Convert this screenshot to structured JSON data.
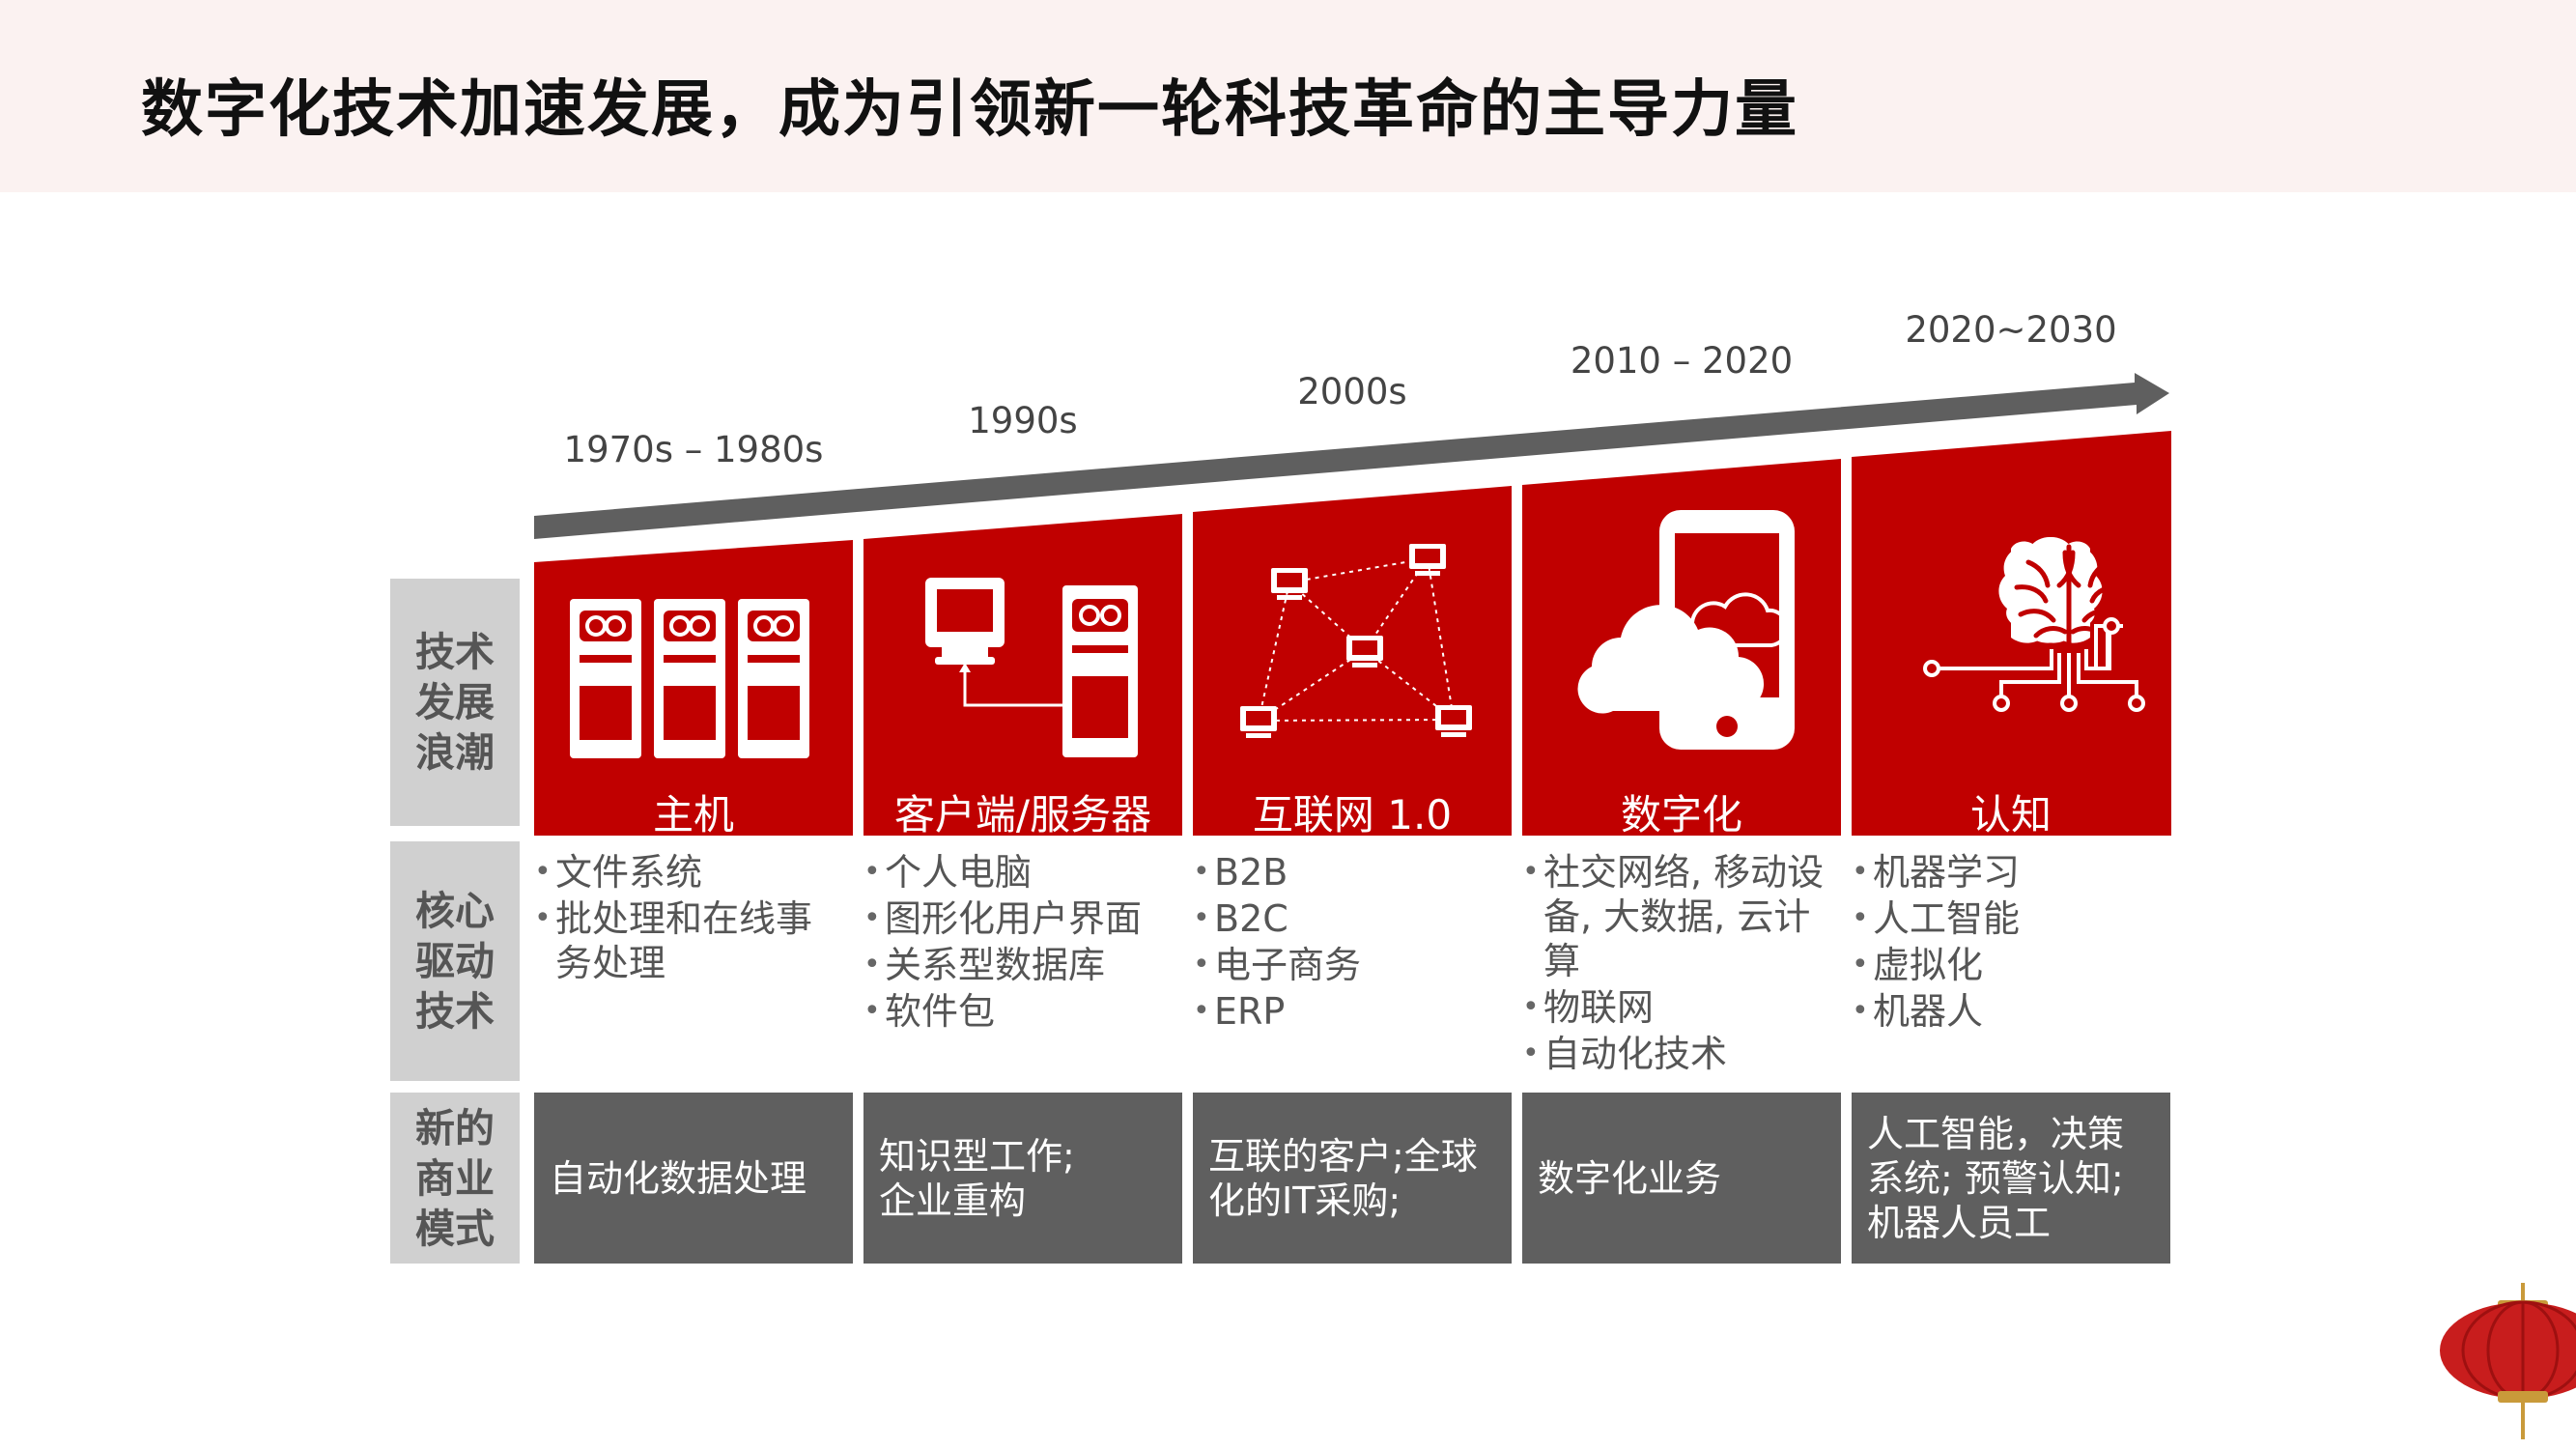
{
  "title": "数字化技术加速发展，成为引领新一轮科技革命的主导力量",
  "colors": {
    "header_bg": "#fbf2f1",
    "wave_red": "#c00000",
    "arrow_gray": "#5f5f5f",
    "label_gray": "#d0d0d0"
  },
  "row_labels": {
    "waves": "技术发展浪潮",
    "drivers": "核心驱动技术",
    "models": "新的商业模式"
  },
  "columns": [
    {
      "era": "1970s – 1980s",
      "wave": "主机",
      "icon": "mainframe-servers-icon",
      "drivers": [
        "文件系统",
        "批处理和在线事务处理"
      ],
      "model": "自动化数据处理"
    },
    {
      "era": "1990s",
      "wave": "客户端/服务器",
      "icon": "client-server-icon",
      "drivers": [
        "个人电脑",
        "图形化用户界面",
        "关系型数据库",
        "软件包"
      ],
      "model": "知识型工作;\n企业重构"
    },
    {
      "era": "2000s",
      "wave": "互联网 1.0",
      "icon": "network-computers-icon",
      "drivers": [
        "B2B",
        "B2C",
        "电子商务",
        "ERP"
      ],
      "model": "互联的客户;全球化的IT采购;"
    },
    {
      "era": "2010 – 2020",
      "wave": "数字化",
      "icon": "phone-cloud-icon",
      "drivers": [
        "社交网络, 移动设备, 大数据, 云计算",
        "物联网",
        "自动化技术"
      ],
      "model": "数字化业务"
    },
    {
      "era": "2020~2030",
      "wave": "认知",
      "icon": "brain-circuit-icon",
      "drivers": [
        "机器学习",
        "人工智能",
        "虚拟化",
        "机器人"
      ],
      "model": "人工智能，决策系统; 预警认知;机器人员工"
    }
  ],
  "decoration": "red-lantern-icon"
}
